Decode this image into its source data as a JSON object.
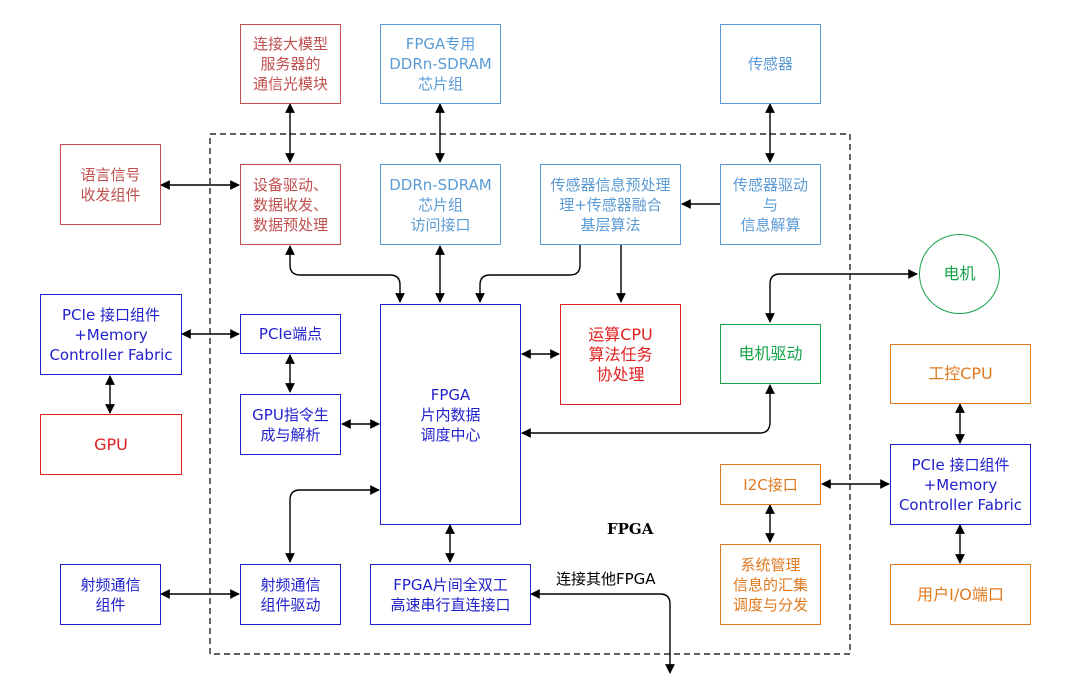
{
  "boxes": {
    "optical_module": "连接大模型\n服务器的\n通信光模块",
    "fpga_ddr": "FPGA专用\nDDRn-SDRAM\n芯片组",
    "sensor": "传感器",
    "lang_signal": "语言信号\n收发组件",
    "device_driver": "设备驱动、\n数据收发、\n数据预处理",
    "ddr_access": "DDRn-SDRAM\n芯片组\n访问接口",
    "sensor_preproc": "传感器信息预处理\n理+传感器融合\n基层算法",
    "sensor_driver": "传感器驱动\n与\n信息解算",
    "motor": "电机",
    "pcie_left": "PCIe 接口组件\n+Memory\nController Fabric",
    "pcie_endpoint": "PCIe端点",
    "fpga_center": "FPGA\n片内数据\n调度中心",
    "cpu_coproc": "运算CPU\n算法任务\n协处理",
    "motor_driver": "电机驱动",
    "industrial_cpu": "工控CPU",
    "gpu": "GPU",
    "gpu_cmd": "GPU指令生\n成与解析",
    "i2c": "I2C接口",
    "pcie_right": "PCIe 接口组件\n+Memory\nController Fabric",
    "rf_component": "射频通信\n组件",
    "rf_driver": "射频通信\n组件驱动",
    "serial_link": "FPGA片间全双工\n高速串行直连接口",
    "sys_mgmt": "系统管理\n信息的汇集\n调度与分发",
    "user_io": "用户I/O端口"
  },
  "labels": {
    "fpga_region": "FPGA",
    "connect_other": "连接其他FPGA"
  },
  "colors": {
    "red": "#c0504d",
    "blue": "#5b9bd5",
    "navy": "#1f1fcc",
    "bright_red": "#e02020",
    "green": "#16a34a",
    "orange": "#e07a1f"
  }
}
